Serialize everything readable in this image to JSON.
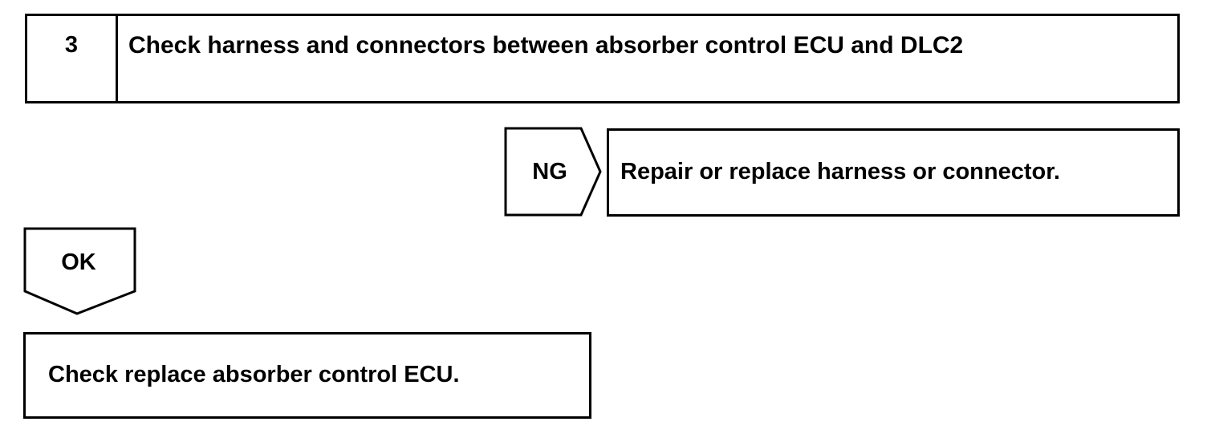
{
  "step": {
    "number": "3",
    "title": "Check harness and connectors between absorber control ECU and DLC2"
  },
  "ng_branch": {
    "label": "NG",
    "result": "Repair or replace harness or connector."
  },
  "ok_branch": {
    "label": "OK"
  },
  "final_step": {
    "text": "Check replace absorber control ECU."
  }
}
